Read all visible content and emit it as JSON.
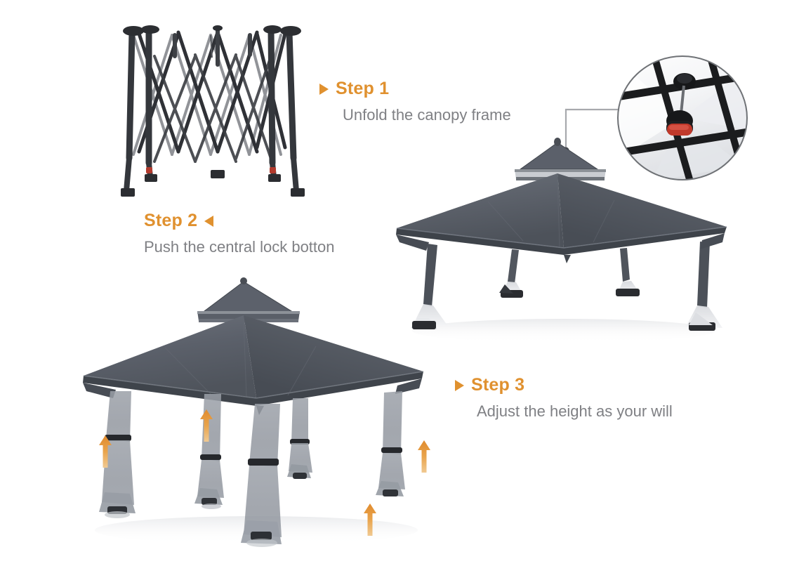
{
  "page": {
    "title": "Pop-up Gazebo Setup Instructions",
    "background_color": "#ffffff",
    "accent_color": "#e0912f",
    "body_text_color": "#7f8084",
    "canopy_color": "#5a5f68",
    "frame_color": "#3a3c40",
    "lock_button_color": "#c0392b"
  },
  "steps": [
    {
      "id": "step-1",
      "heading": "Step 1",
      "description": "Unfold the canopy frame",
      "marker": "triangle-right-icon",
      "marker_side": "left"
    },
    {
      "id": "step-2",
      "heading": "Step 2",
      "description": "Push the central lock botton",
      "marker": "triangle-left-icon",
      "marker_side": "right"
    },
    {
      "id": "step-3",
      "heading": "Step 3",
      "description": "Adjust the height as your will",
      "marker": "triangle-right-icon",
      "marker_side": "left"
    }
  ],
  "illustrations": {
    "folded_frame": {
      "name": "folded-canopy-frame-illustration",
      "description": "Collapsed accordion scissor frame with four legs"
    },
    "gazebo_low": {
      "name": "gazebo-collapsed-illustration",
      "description": "Gazebo canopy opened at low height with curtains pooled"
    },
    "gazebo_tall": {
      "name": "gazebo-raised-illustration",
      "description": "Gazebo raised to full height with mesh curtains tied"
    },
    "detail_circle": {
      "name": "central-lock-detail-callout",
      "description": "Magnified view of the central lock button under the canopy"
    },
    "height_arrows": {
      "name": "height-adjust-arrow-icon",
      "count": 4,
      "direction": "up",
      "color": "#e8962f"
    }
  }
}
